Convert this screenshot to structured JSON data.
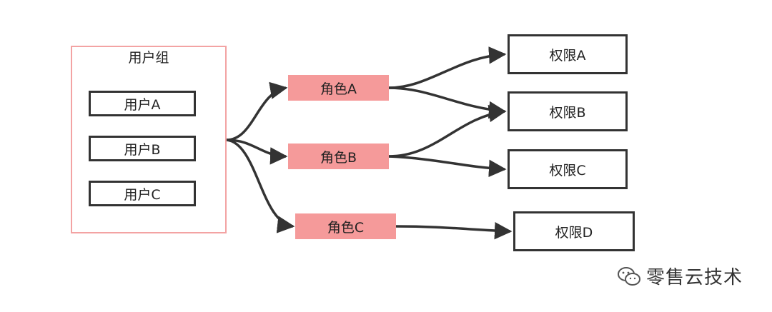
{
  "group": {
    "title": "用户组"
  },
  "users": [
    {
      "label": "用户A"
    },
    {
      "label": "用户B"
    },
    {
      "label": "用户C"
    }
  ],
  "roles": [
    {
      "label": "角色A"
    },
    {
      "label": "角色B"
    },
    {
      "label": "角色C"
    }
  ],
  "permissions": [
    {
      "label": "权限A"
    },
    {
      "label": "权限B"
    },
    {
      "label": "权限C"
    },
    {
      "label": "权限D"
    }
  ],
  "edges": [
    {
      "from": "用户组",
      "to": "角色A"
    },
    {
      "from": "用户组",
      "to": "角色B"
    },
    {
      "from": "用户组",
      "to": "角色C"
    },
    {
      "from": "角色A",
      "to": "权限A"
    },
    {
      "from": "角色A",
      "to": "权限B"
    },
    {
      "from": "角色B",
      "to": "权限B"
    },
    {
      "from": "角色B",
      "to": "权限C"
    },
    {
      "from": "角色C",
      "to": "权限D"
    }
  ],
  "watermark": {
    "text": "零售云技术",
    "icon": "wechat-icon"
  },
  "colors": {
    "role_fill": "#f59a9a",
    "group_border": "#f3a3a3",
    "stroke": "#333333"
  }
}
